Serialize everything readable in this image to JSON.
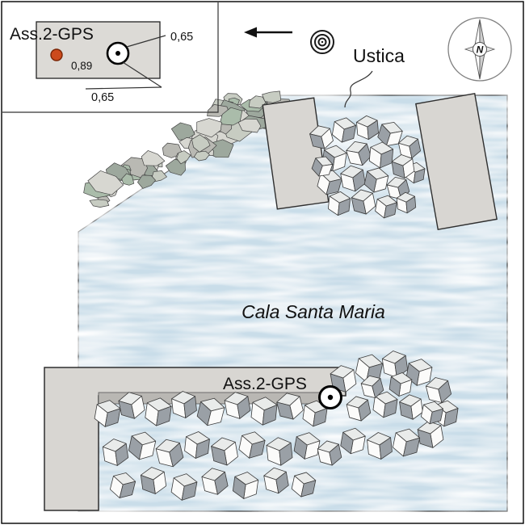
{
  "figure": {
    "inset": {
      "station_label": "Ass.2-GPS",
      "dim_right": "0,65",
      "dim_bottom": "0,65",
      "dim_offset": "0,89"
    },
    "labels": {
      "town": "Ustica",
      "bay": "Cala Santa Maria",
      "station": "Ass.2-GPS",
      "compass_north": "N"
    },
    "icons": {
      "survey_benchmark_icon": "concentric-circles",
      "gps_station_icon": "circled-dot",
      "north_arrow_icon": "compass-needle",
      "direction_arrow_icon": "left-arrow"
    },
    "colors": {
      "water": "#c9dde9",
      "pier": "#d8d6d2",
      "quay_strip": "#b9b7b3",
      "inset_panel": "#dcdad6",
      "red_point": "#cc4a1c",
      "red_point_edge": "#7a2404",
      "cube_top": "#e9ebea",
      "cube_front": "#fbfbfa",
      "cube_side": "#9aa0a6",
      "rock_palette": [
        "#b9b9b3",
        "#d7d7d1",
        "#aabcaa",
        "#c7ccc2",
        "#9da89d"
      ]
    }
  }
}
